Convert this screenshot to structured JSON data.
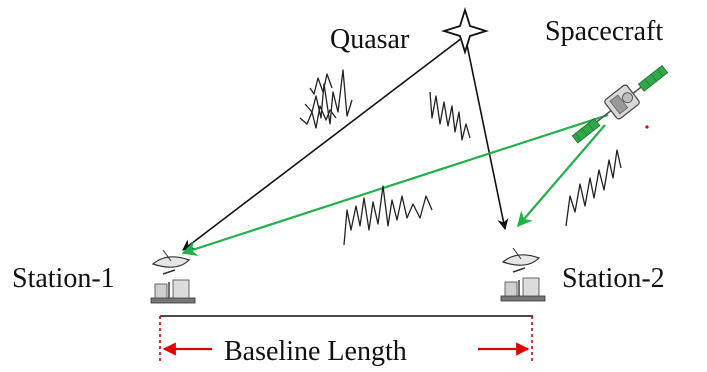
{
  "labels": {
    "quasar": "Quasar",
    "spacecraft": "Spacecraft",
    "station_1": "Station-1",
    "station_2": "Station-2",
    "baseline": "Baseline Length"
  },
  "colors": {
    "quasar_signal": "#111111",
    "spacecraft_signal": "#22b04a",
    "baseline_marker": "#e00000",
    "text": "#111111"
  },
  "icons": {
    "quasar": "four-point-star-icon",
    "spacecraft": "satellite-icon",
    "stations": "dish-antenna-icon",
    "waveforms": "noise-waveform-icon"
  }
}
